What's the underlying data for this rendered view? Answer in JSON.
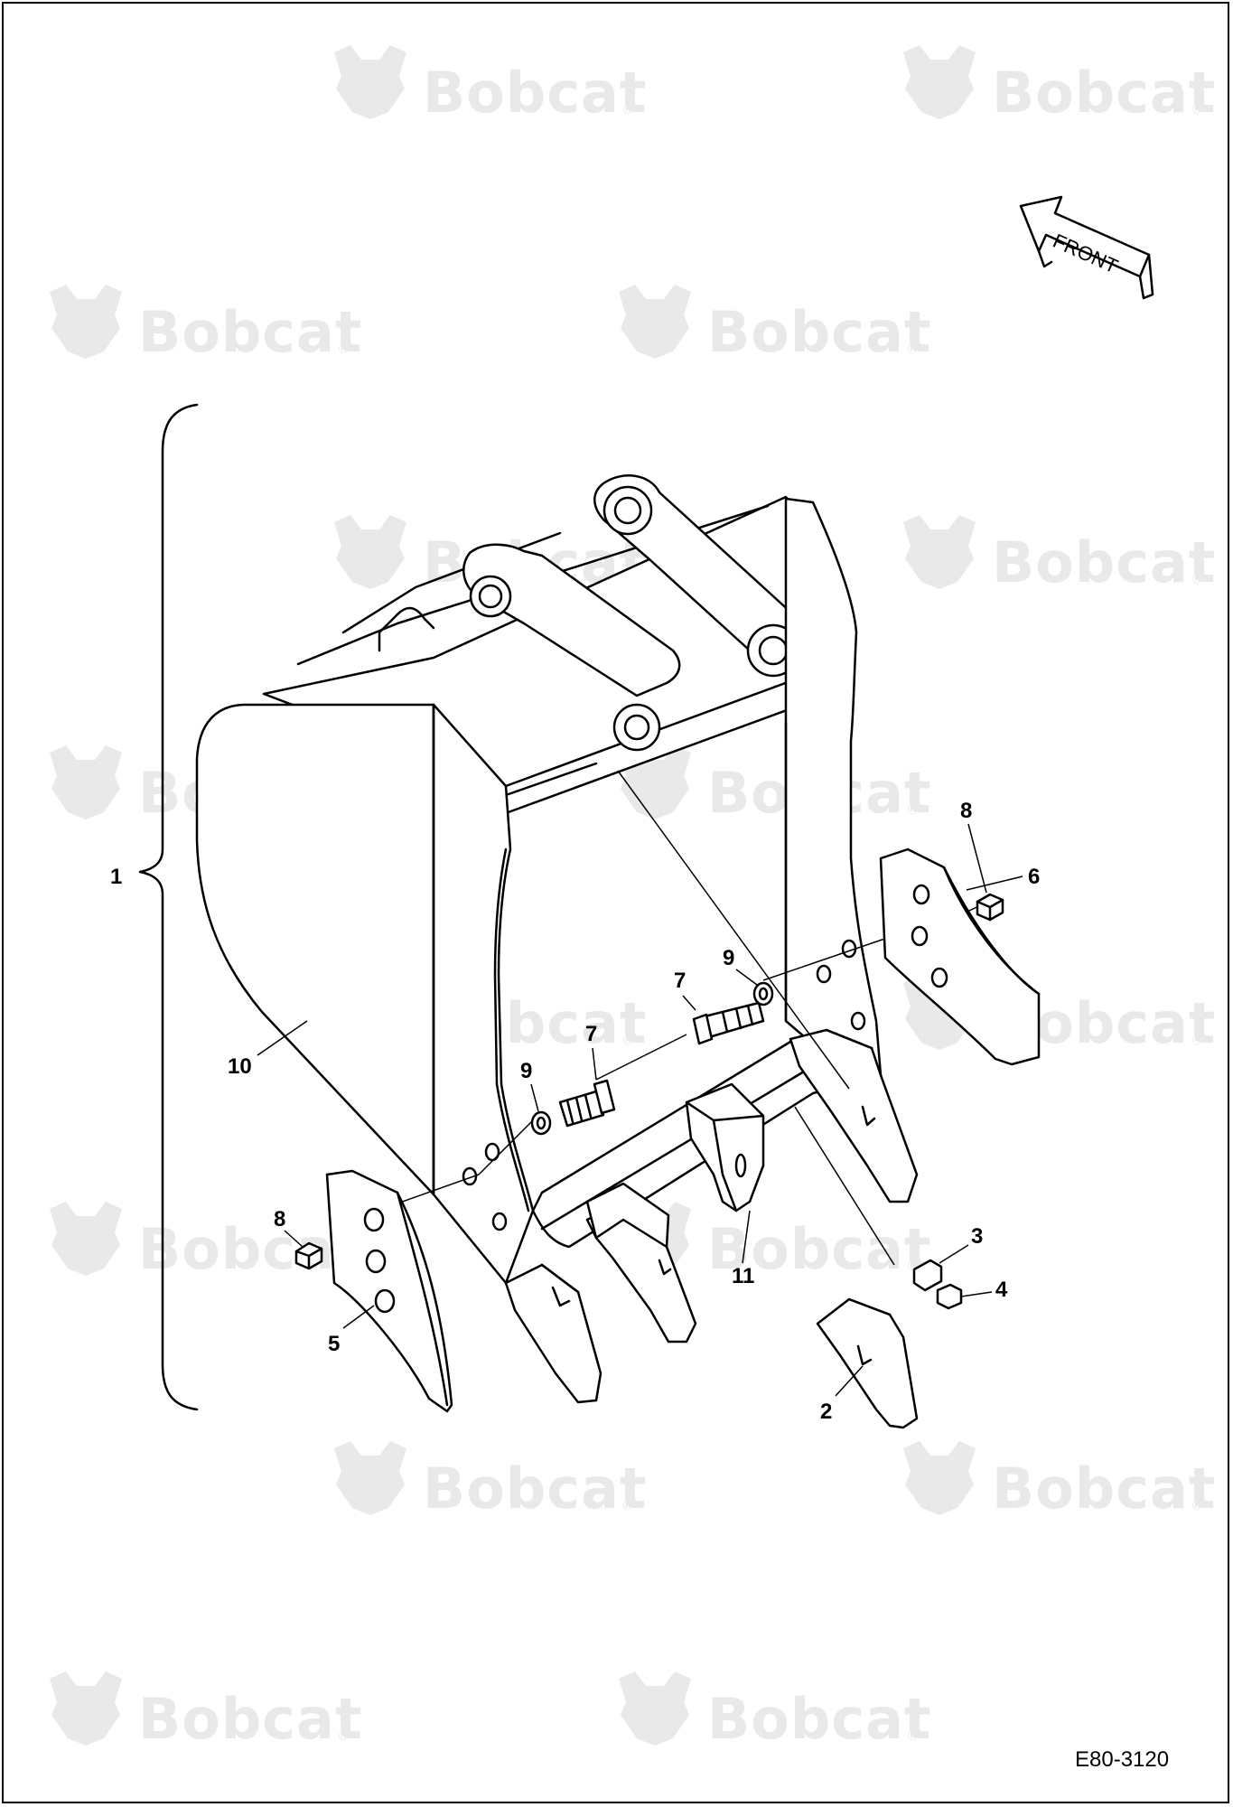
{
  "watermark": {
    "brand": "Bobcat",
    "mark": "®",
    "color": "#e9e9e9"
  },
  "orientation": {
    "label": "FRONT",
    "icon": "arrow-icon"
  },
  "callouts": {
    "c1": "1",
    "c2": "2",
    "c3": "3",
    "c4": "4",
    "c5": "5",
    "c6": "6",
    "c7a": "7",
    "c7b": "7",
    "c8a": "8",
    "c8b": "8",
    "c9a": "9",
    "c9b": "9",
    "c10": "10",
    "c11": "11"
  },
  "drawing_code": "E80-3120"
}
